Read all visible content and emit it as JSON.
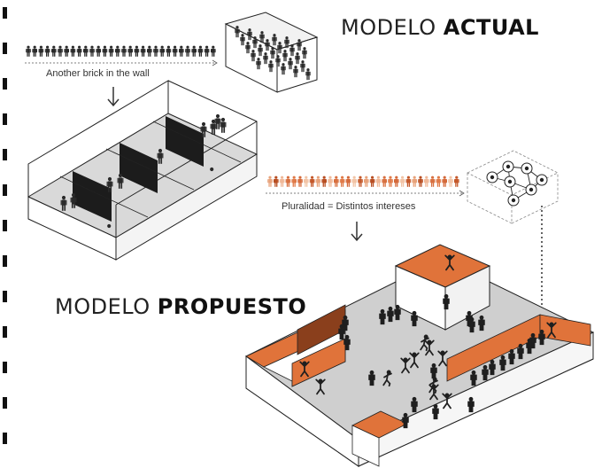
{
  "titles": {
    "actual_light": "MODELO",
    "actual_bold": "ACTUAL",
    "propuesto_light": "MODELO",
    "propuesto_bold": "PROPUESTO"
  },
  "captions": {
    "brick": "Another brick in the wall",
    "plural": "Pluralidad = Distintos intereses"
  },
  "colors": {
    "accent_orange": "#e0733a",
    "dark_brown": "#8a3f1c",
    "floor_gray": "#cfcfcf",
    "figure_dark": "#2a2a2a"
  }
}
